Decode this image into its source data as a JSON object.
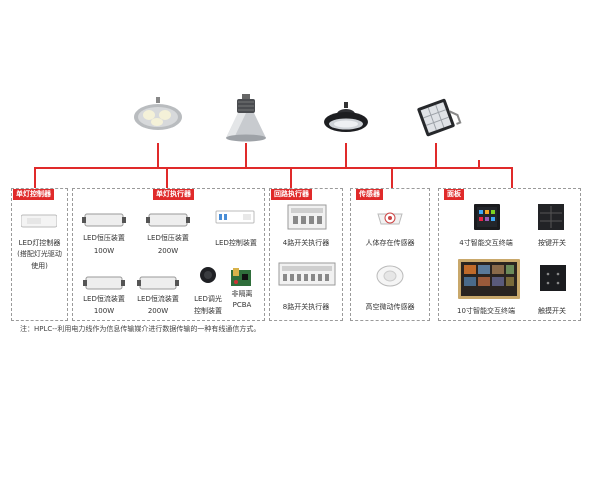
{
  "groups": {
    "single_controller": {
      "tag": "单灯控制器",
      "items": [
        {
          "label": "LED灯控制器",
          "sub1": "(搭配灯光驱动",
          "sub2": "使用)"
        }
      ]
    },
    "single_actuator": {
      "tag": "单灯执行器",
      "items": [
        {
          "label": "LED恒压装置",
          "sub": "100W"
        },
        {
          "label": "LED恒压装置",
          "sub": "200W"
        },
        {
          "label": "LED控制装置",
          "sub": ""
        },
        {
          "label": "LED恒流装置",
          "sub": "100W"
        },
        {
          "label": "LED恒流装置",
          "sub": "200W"
        },
        {
          "label": "LED调光",
          "sub": "控制装置"
        },
        {
          "label": "非隔离",
          "sub": "PCBA"
        }
      ]
    },
    "loop_actuator": {
      "tag": "回路执行器",
      "items": [
        {
          "label": "4路开关执行器"
        },
        {
          "label": "8路开关执行器"
        }
      ]
    },
    "sensor": {
      "tag": "传感器",
      "items": [
        {
          "label": "人体存在传感器"
        },
        {
          "label": "高空微动传感器"
        }
      ]
    },
    "panel": {
      "tag": "面板",
      "items": [
        {
          "label": "4寸智能交互终端"
        },
        {
          "label": "按键开关"
        },
        {
          "label": "10寸智能交互终端"
        },
        {
          "label": "触摸开关"
        }
      ]
    }
  },
  "note": "注：HPLC--利用电力线作为信息传输媒介进行数据传输的一种有线通信方式。",
  "colors": {
    "accent": "#e02a2a",
    "dashed_border": "#9a9a9a"
  },
  "icons": [
    "highbay-lamp-icon",
    "bell-highbay-lamp-icon",
    "ufo-highbay-lamp-icon",
    "floodlight-icon"
  ]
}
